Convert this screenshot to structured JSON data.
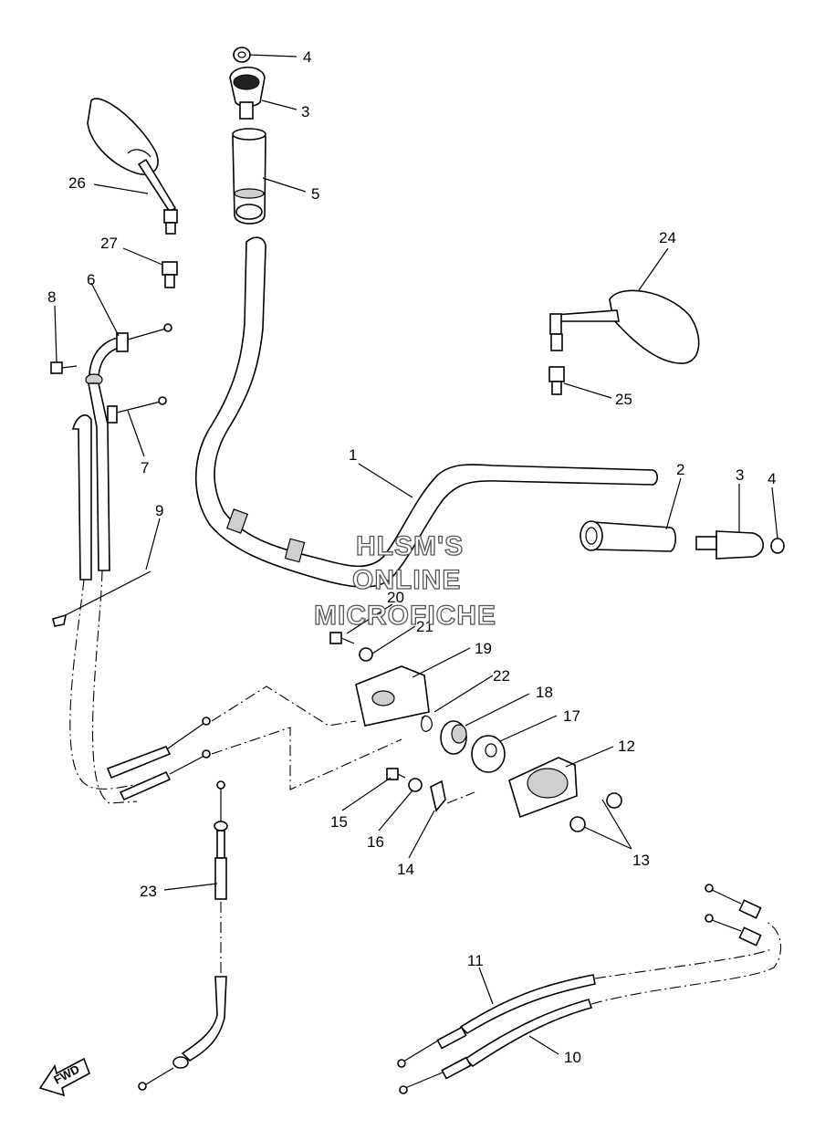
{
  "parts": [
    {
      "ref": "1"
    },
    {
      "ref": "2"
    },
    {
      "ref": "3"
    },
    {
      "ref": "4"
    },
    {
      "ref": "5"
    },
    {
      "ref": "6"
    },
    {
      "ref": "7"
    },
    {
      "ref": "8"
    },
    {
      "ref": "9"
    },
    {
      "ref": "10"
    },
    {
      "ref": "11"
    },
    {
      "ref": "12"
    },
    {
      "ref": "13"
    },
    {
      "ref": "14"
    },
    {
      "ref": "15"
    },
    {
      "ref": "16"
    },
    {
      "ref": "17"
    },
    {
      "ref": "18"
    },
    {
      "ref": "19"
    },
    {
      "ref": "20"
    },
    {
      "ref": "21"
    },
    {
      "ref": "22"
    },
    {
      "ref": "23"
    },
    {
      "ref": "24"
    },
    {
      "ref": "25"
    },
    {
      "ref": "26"
    },
    {
      "ref": "27"
    }
  ],
  "extra_labels": {
    "part_3_right": "3",
    "part_4_right": "4"
  },
  "watermark": {
    "line1": "HLSM'S",
    "line2": "ONLINE",
    "line3": "MICROFICHE"
  },
  "direction_arrow": "FWD"
}
